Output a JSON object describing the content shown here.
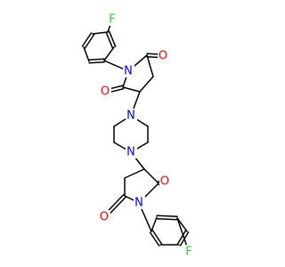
{
  "colors": {
    "bond": "#000000",
    "N": "#0000ff",
    "O": "#ff0000",
    "F": "#33cc33",
    "background": "#ffffff"
  },
  "atoms": {
    "f_top": "F",
    "n_imide_top": "N",
    "o_top_right": "O",
    "o_top_left": "O",
    "n_pip_top": "N",
    "n_pip_bottom": "N",
    "o_bottom_right": "O",
    "n_imide_bottom": "N",
    "o_bottom_left": "O",
    "f_bottom": "F"
  }
}
